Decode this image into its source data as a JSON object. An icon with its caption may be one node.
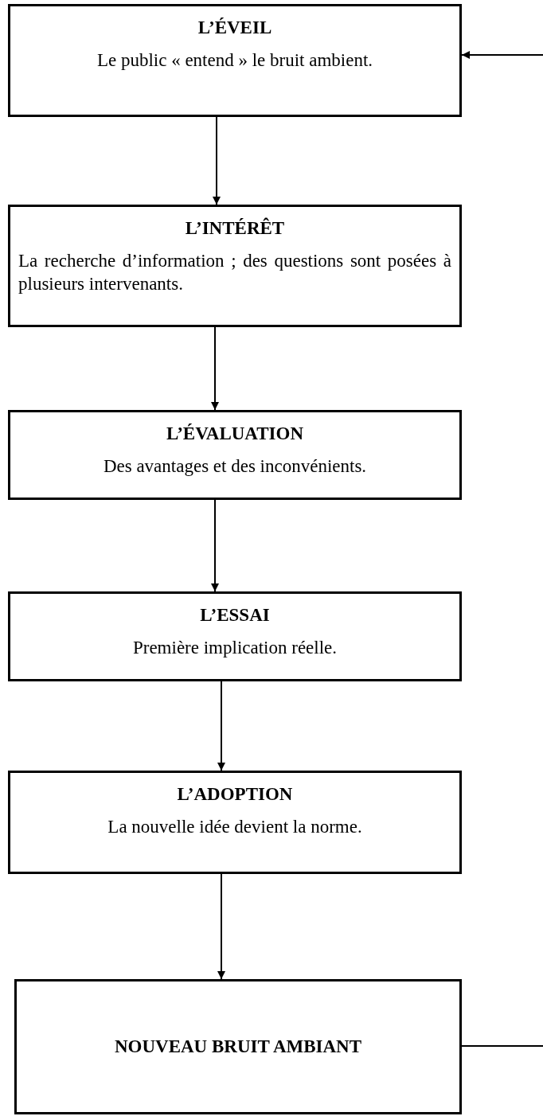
{
  "diagram": {
    "nodes": [
      {
        "text": [
          "L’ÉVEIL",
          "Le public « entend » le bruit ambient."
        ]
      },
      {
        "text": [
          "L’INTÉRÊT",
          "La recherche d’information ; des questions sont posées à plusieurs intervenants."
        ]
      },
      {
        "text": [
          "L’ÉVALUATION",
          "Des avantages et des inconvénients."
        ]
      },
      {
        "text": [
          "L’ESSAI",
          "Première implication réelle."
        ]
      },
      {
        "text": [
          "L’ADOPTION",
          "La nouvelle idée devient la norme."
        ]
      },
      {
        "text": [
          "NOUVEAU BRUIT AMBIANT"
        ]
      }
    ],
    "edges": [
      {
        "from": 0,
        "to": 1,
        "arrow": "to"
      },
      {
        "from": 1,
        "to": 2,
        "arrow": "to"
      },
      {
        "from": 2,
        "to": 3,
        "arrow": "to"
      },
      {
        "from": 3,
        "to": 4,
        "arrow": "to"
      },
      {
        "from": 4,
        "to": 5,
        "arrow": "to"
      },
      {
        "from": 5,
        "to": null,
        "arrow": "none"
      },
      {
        "from": null,
        "to": 0,
        "arrow": "to"
      }
    ]
  }
}
